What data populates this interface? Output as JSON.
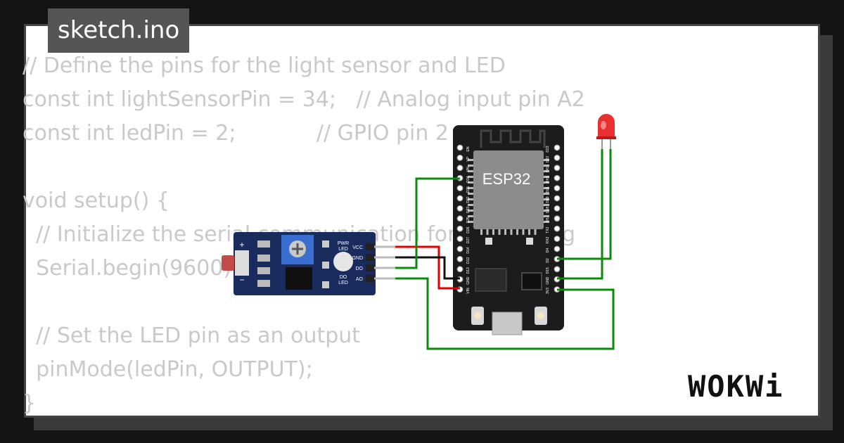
{
  "file": {
    "name": "sketch.ino"
  },
  "brand": {
    "logo_text": "WOKWi"
  },
  "code_lines": [
    {
      "text": "// Define the pins for the light sensor and LED",
      "comment": ""
    },
    {
      "text": "const int lightSensorPin = 34;   ",
      "comment": "// Analog input pin A2"
    },
    {
      "text": "const int ledPin = 2;            ",
      "comment": "// GPIO pin 2"
    },
    {
      "text": "",
      "comment": ""
    },
    {
      "text": "void setup() {",
      "comment": ""
    },
    {
      "text": "  // Initialize the serial communication for debugging",
      "comment": ""
    },
    {
      "text": "  Serial.begin(9600);",
      "comment": ""
    },
    {
      "text": "",
      "comment": ""
    },
    {
      "text": "  // Set the LED pin as an output",
      "comment": ""
    },
    {
      "text": "  pinMode(ledPin, OUTPUT);",
      "comment": ""
    },
    {
      "text": "}",
      "comment": ""
    }
  ],
  "esp32": {
    "label": "ESP32",
    "left_pins": [
      "EN",
      "VP",
      "VN",
      "D34",
      "D35",
      "D32",
      "D33",
      "D25",
      "D26",
      "D27",
      "D14",
      "D12",
      "D13",
      "GND",
      "VIN"
    ],
    "right_pins": [
      "D23",
      "D22",
      "TX0",
      "RX0",
      "D21",
      "D19",
      "D18",
      "D5",
      "TX2",
      "RX2",
      "D4",
      "D2",
      "D15",
      "GND",
      "3V3"
    ]
  },
  "sensor_module": {
    "pins": [
      "VCC",
      "GND",
      "DO",
      "AO"
    ],
    "labels": {
      "power_led": "PWR\nLED",
      "do_led": "DO\nLED",
      "plus": "+",
      "minus": "−"
    }
  },
  "colors": {
    "wire_green": "#0b8a0b",
    "wire_red": "#e00000",
    "wire_black": "#111111",
    "board_esp32": "#1c1c1c",
    "board_sensor": "#1a2b5e",
    "led_red": "#e83030",
    "code_gray": "#c9c9c9"
  }
}
